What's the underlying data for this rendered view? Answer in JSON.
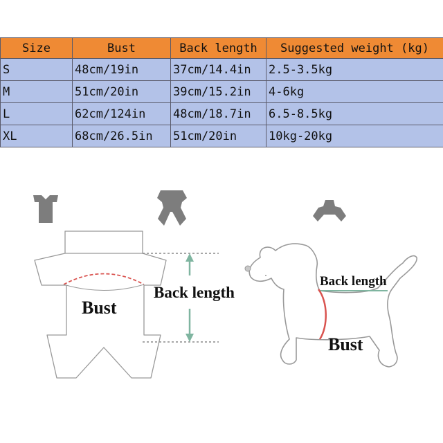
{
  "table": {
    "headers": [
      "Size",
      "Bust",
      "Back length",
      "Suggested weight (kg)"
    ],
    "rows": [
      [
        "S",
        "48cm/19in",
        "37cm/14.4in",
        "2.5-3.5kg"
      ],
      [
        "M",
        "51cm/20in",
        "39cm/15.2in",
        "4-6kg"
      ],
      [
        "L",
        "62cm/124in",
        "48cm/18.7in",
        "6.5-8.5kg"
      ],
      [
        "XL",
        "68cm/26.5in",
        "51cm/20in",
        "10kg-20kg"
      ]
    ]
  },
  "diagram": {
    "garment_bust_label": "Bust",
    "garment_back_length_label": "Back length",
    "dog_back_length_label": "Back length",
    "dog_bust_label": "Bust"
  },
  "colors": {
    "header_bg": "#ef8a34",
    "row_bg": "#b3c2e8",
    "bust_line": "#d9534f",
    "back_arrow": "#7fb5a0"
  }
}
